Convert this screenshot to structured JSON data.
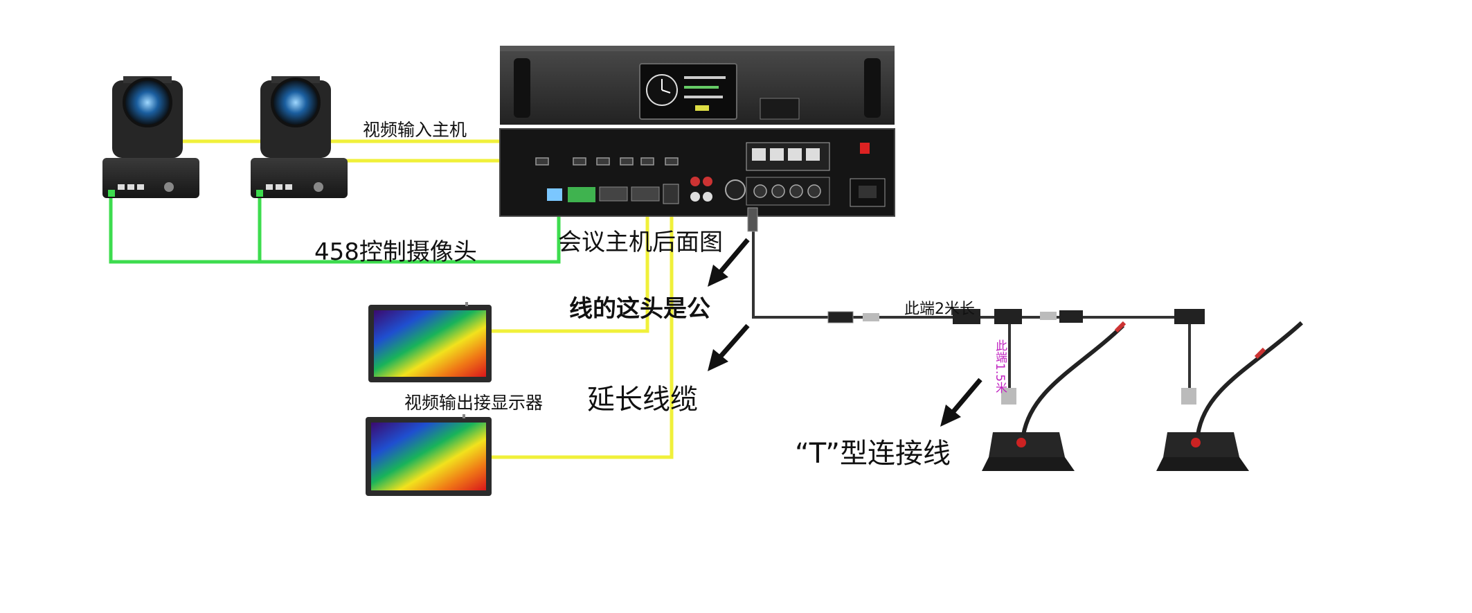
{
  "labels": {
    "video_in": "视频输入主机",
    "rs485_control": "458控制摄像头",
    "host_rear": "会议主机后面图",
    "male_end": "线的这头是公",
    "extension_cable": "延长线缆",
    "video_out": "视频输出接显示器",
    "t_connector": "“T”型连接线",
    "end_2m": "此端2米长",
    "end_1_5m": "此端1.5米"
  },
  "colors": {
    "yellow_cable": "#f0f03a",
    "green_cable": "#3ddc4e",
    "black_cable": "#333333",
    "arrow": "#111111",
    "vertical_label": "#c020c0",
    "device_dark": "#2a2a2a",
    "device_panel": "#111111"
  },
  "icons": {
    "camera": "ptz-camera-icon",
    "monitor": "monitor-icon",
    "host": "conference-host-icon",
    "microphone": "gooseneck-microphone-icon",
    "connector": "cable-connector-icon",
    "arrow": "arrow-icon"
  }
}
